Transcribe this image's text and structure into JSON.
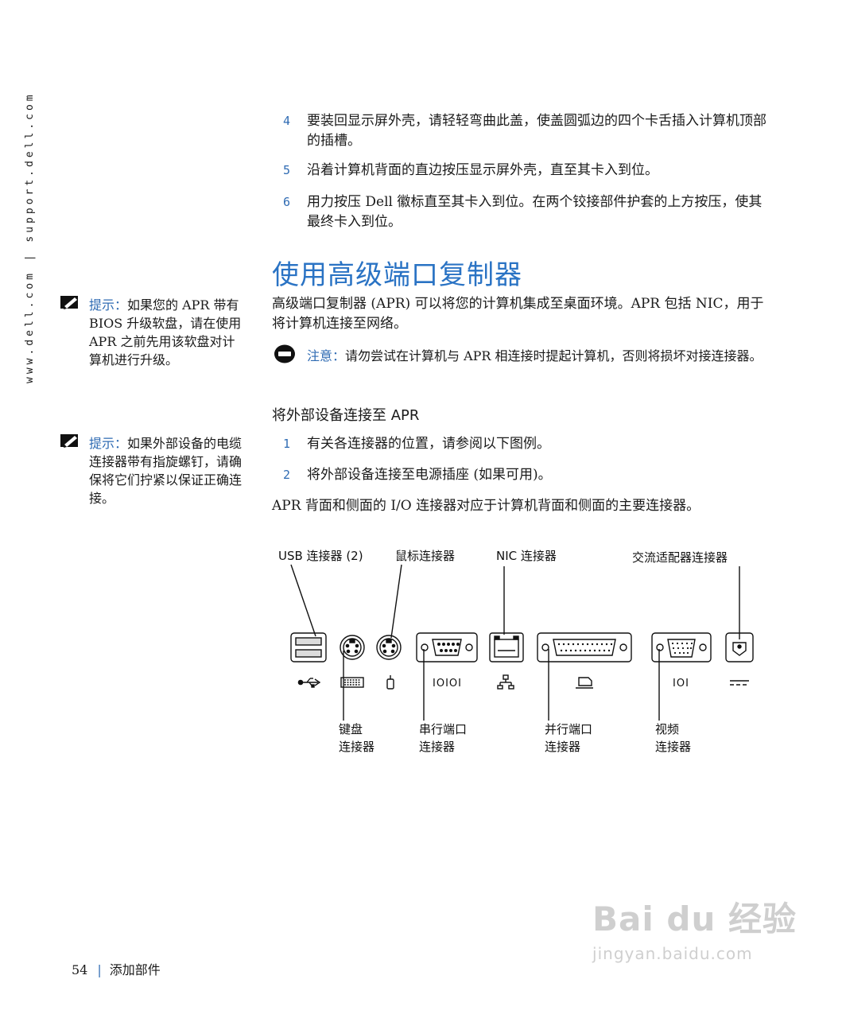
{
  "sidebar": {
    "url_vertical": "www.dell.com | support.dell.com"
  },
  "steps_top": [
    {
      "num": "4",
      "text": "要装回显示屏外壳，请轻轻弯曲此盖，使盖圆弧边的四个卡舌插入计算机顶部的插槽。"
    },
    {
      "num": "5",
      "text": "沿着计算机背面的直边按压显示屏外壳，直至其卡入到位。"
    },
    {
      "num": "6",
      "text": "用力按压 Dell 徽标直至其卡入到位。在两个铰接部件护套的上方按压，使其最终卡入到位。"
    }
  ],
  "section": {
    "heading": "使用高级端口复制器",
    "intro": "高级端口复制器 (APR) 可以将您的计算机集成至桌面环境。APR 包括 NIC，用于将计算机连接至网络。"
  },
  "notice": {
    "label": "注意：",
    "text": "请勿尝试在计算机与 APR 相连接时提起计算机，否则将损坏对接连接器。"
  },
  "side_notes": [
    {
      "label": "提示：",
      "text": "如果您的 APR 带有 BIOS 升级软盘，请在使用 APR 之前先用该软盘对计算机进行升级。"
    },
    {
      "label": "提示：",
      "text": "如果外部设备的电缆连接器带有指旋螺钉，请确保将它们拧紧以保证正确连接。"
    }
  ],
  "subsection": {
    "heading": "将外部设备连接至 APR"
  },
  "steps_bottom": [
    {
      "num": "1",
      "text": "有关各连接器的位置，请参阅以下图例。"
    },
    {
      "num": "2",
      "text": "将外部设备连接至电源插座 (如果可用)。"
    }
  ],
  "io_paragraph": "APR 背面和侧面的 I/O 连接器对应于计算机背面和侧面的主要连接器。",
  "diagram": {
    "top_labels": {
      "usb": "USB 连接器 (2)",
      "mouse": "鼠标连接器",
      "nic": "NIC 连接器",
      "ac": "交流适配器连接器"
    },
    "bottom_labels": {
      "keyboard": [
        "键盘",
        "连接器"
      ],
      "serial": [
        "串行端口",
        "连接器"
      ],
      "parallel": [
        "并行端口",
        "连接器"
      ],
      "video": [
        "视频",
        "连接器"
      ]
    },
    "port_symbols": {
      "serial": "IOIOI",
      "video": "IOI"
    }
  },
  "footer": {
    "page_number": "54",
    "section_title": "添加部件"
  },
  "watermark": {
    "logo": "Bai du 经验",
    "url": "jingyan.baidu.com"
  }
}
